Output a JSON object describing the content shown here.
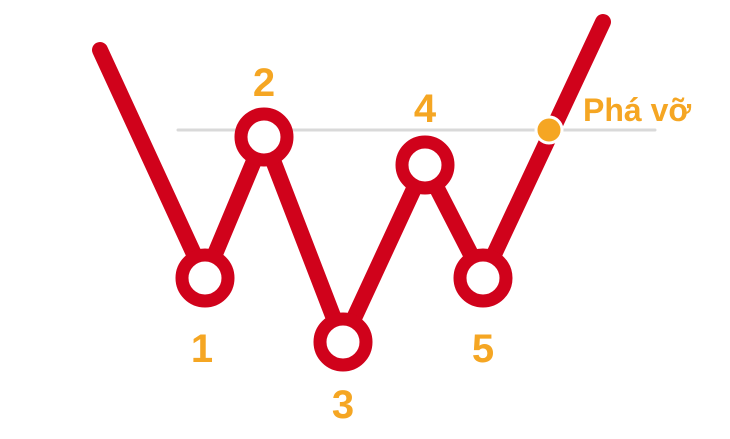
{
  "colors": {
    "line": "#D0021B",
    "label": "#F5A623",
    "neckline": "#D9D9D9",
    "marker_fill": "#FFFFFF",
    "breakout_marker": "#F5A623"
  },
  "points": [
    {
      "label": "1"
    },
    {
      "label": "2"
    },
    {
      "label": "3"
    },
    {
      "label": "4"
    },
    {
      "label": "5"
    }
  ],
  "breakout": {
    "label": "Phá vỡ"
  }
}
